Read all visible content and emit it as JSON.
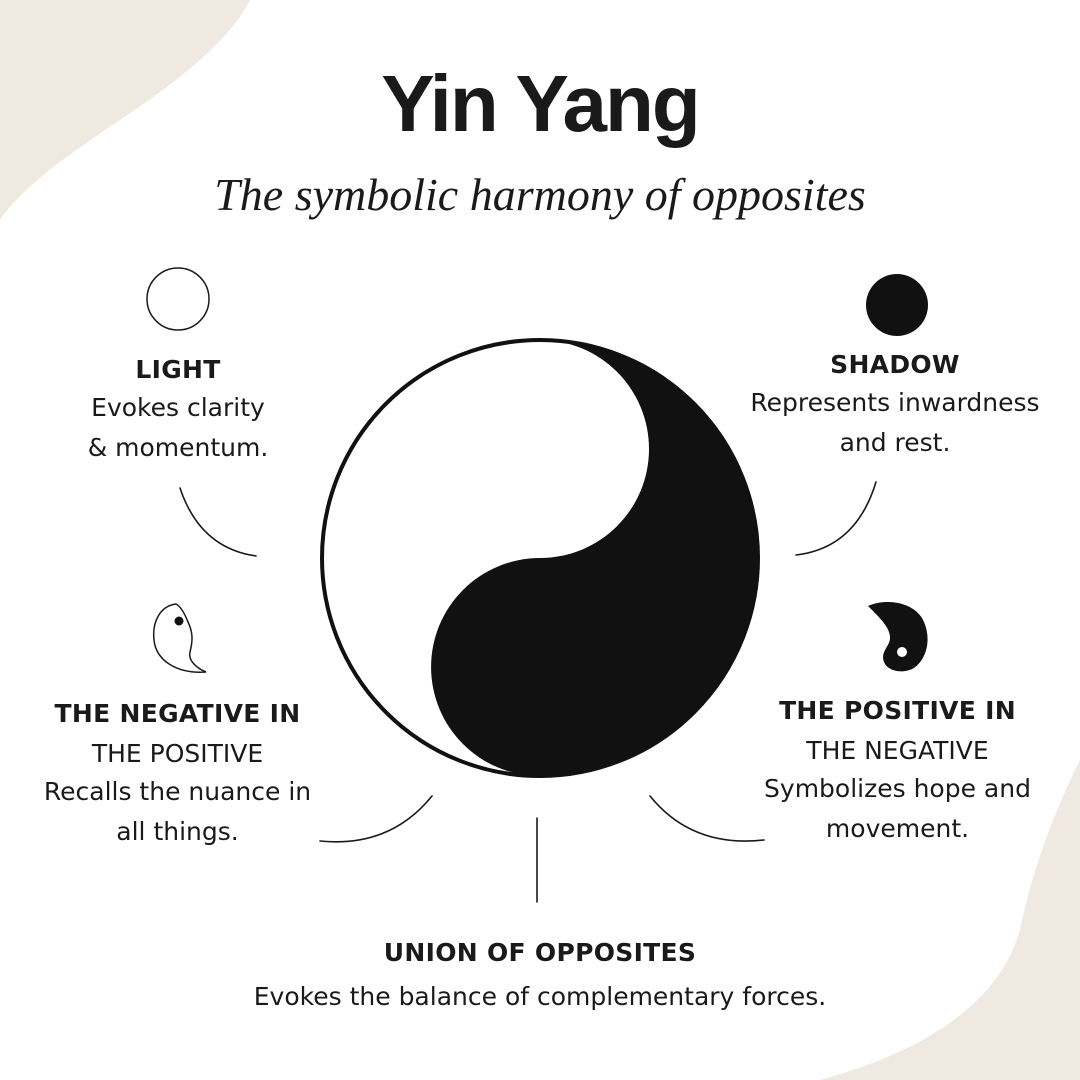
{
  "title": "Yin Yang",
  "subtitle": "The symbolic harmony of opposites",
  "light": {
    "heading": "LIGHT",
    "description_1": "Evokes clarity",
    "description_2": "& momentum."
  },
  "shadow": {
    "heading": "SHADOW",
    "description_1": "Represents inwardness",
    "description_2": "and rest."
  },
  "negative_in_positive": {
    "heading_1": "THE NEGATIVE IN",
    "heading_2": "THE POSITIVE",
    "description_1": "Recalls the nuance in",
    "description_2": "all things."
  },
  "positive_in_negative": {
    "heading_1": "THE POSITIVE IN",
    "heading_2": "THE NEGATIVE",
    "description_1": "Symbolizes hope and",
    "description_2": "movement."
  },
  "union": {
    "heading": "UNION OF OPPOSITES",
    "description": "Evokes the balance of complementary forces."
  },
  "colors": {
    "ink": "#1a1a1a",
    "background": "#ffffff",
    "blob": "#efe9e2"
  },
  "icons": {
    "light": "white-circle-icon",
    "shadow": "black-circle-icon",
    "negative": "white-comma-with-dot-icon",
    "positive": "black-comma-with-dot-icon",
    "center": "yin-yang-icon"
  }
}
